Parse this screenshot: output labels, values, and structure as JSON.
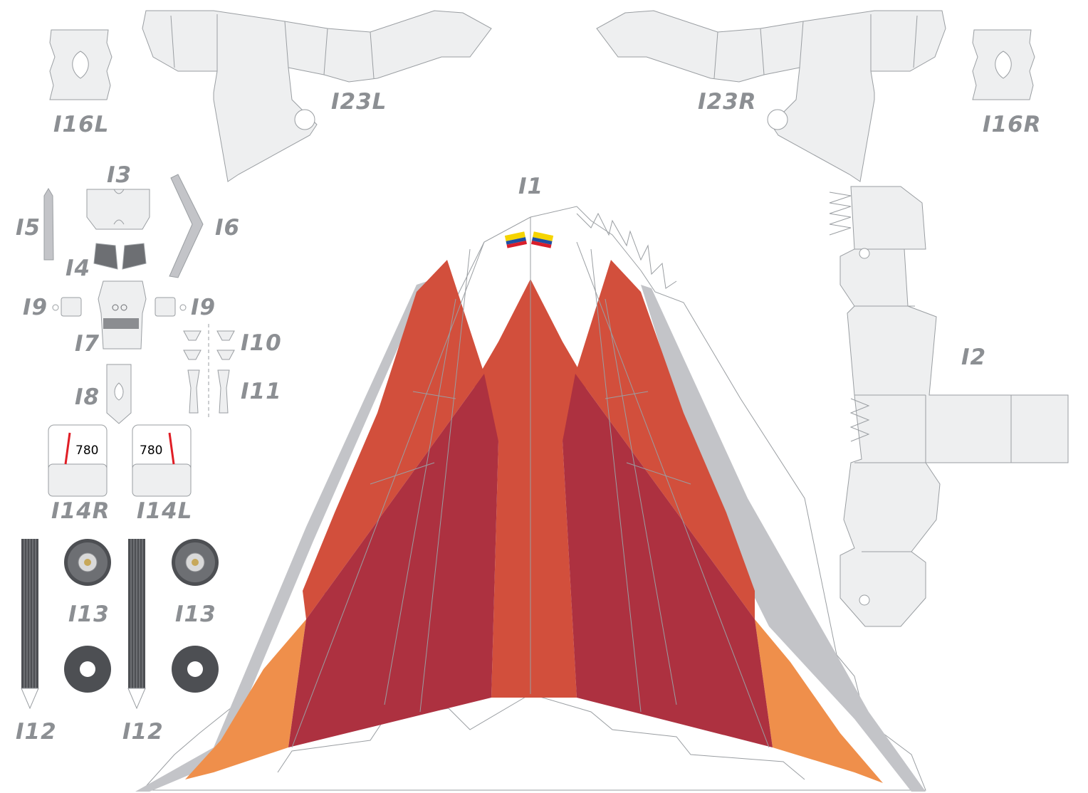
{
  "labels": {
    "i1": "I1",
    "i2": "I2",
    "i3": "I3",
    "i4": "I4",
    "i5": "I5",
    "i6": "I6",
    "i7": "I7",
    "i8": "I8",
    "i9_left": "I9",
    "i9_right": "I9",
    "i10": "I10",
    "i11": "I11",
    "i12_left": "I12",
    "i12_right": "I12",
    "i13_top_left": "I13",
    "i13_top_right": "I13",
    "i14r": "I14R",
    "i14l": "I14L",
    "i16l": "I16L",
    "i16r": "I16R",
    "i23l": "I23L",
    "i23r": "I23R"
  },
  "door_numbers": {
    "i14r": "780",
    "i14l": "780"
  },
  "colors": {
    "label_gray": "#8c8f93",
    "dark_red": "#ad3140",
    "red_orange": "#d24f3c",
    "orange": "#ef8f4b",
    "edge_gray": "#c3c4c8",
    "part_fill": "#eeeff0",
    "outline": "#9a9ea2",
    "stripe_red": "#e01e26"
  }
}
